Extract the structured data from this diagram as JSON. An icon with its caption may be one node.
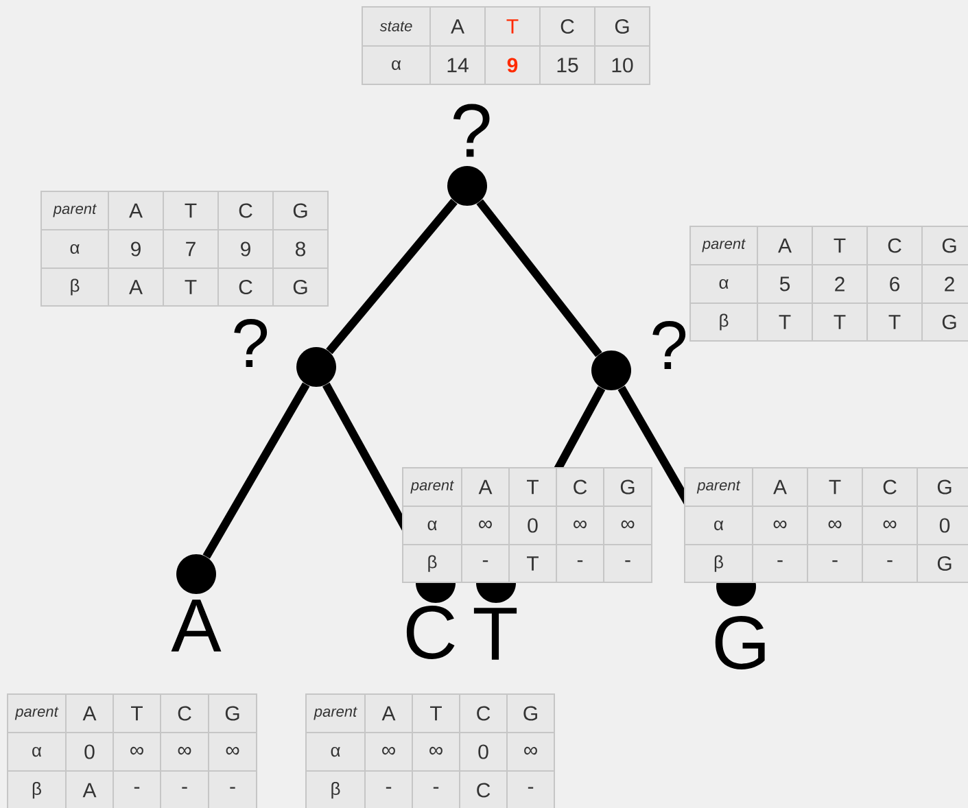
{
  "diagram": {
    "nodes": [
      {
        "text": [],
        "shape": "circle",
        "beside": [
          "?"
        ]
      },
      {
        "text": [],
        "shape": "circle",
        "beside": [
          "?"
        ]
      },
      {
        "text": [],
        "shape": "circle",
        "beside": [
          "?"
        ]
      },
      {
        "text": [],
        "shape": "circle",
        "beside": [
          "A"
        ]
      },
      {
        "text": [],
        "shape": "circle",
        "beside": [
          "C"
        ]
      },
      {
        "text": [],
        "shape": "circle",
        "beside": [
          "T"
        ]
      },
      {
        "text": [],
        "shape": "circle",
        "beside": [
          "G"
        ]
      }
    ],
    "edges": [
      {
        "from": 0,
        "to": 1,
        "arrow": "none"
      },
      {
        "from": 0,
        "to": 2,
        "arrow": "none"
      },
      {
        "from": 1,
        "to": 3,
        "arrow": "none"
      },
      {
        "from": 1,
        "to": 4,
        "arrow": "none"
      },
      {
        "from": 2,
        "to": 5,
        "arrow": "none"
      },
      {
        "from": 2,
        "to": 6,
        "arrow": "none"
      }
    ],
    "labels": [
      "state",
      "A",
      "T",
      "C",
      "G",
      "α",
      "14",
      "9",
      "15",
      "10",
      "parent",
      "A",
      "T",
      "C",
      "G",
      "α",
      "9",
      "7",
      "9",
      "8",
      "β",
      "A",
      "T",
      "C",
      "G",
      "parent",
      "A",
      "T",
      "C",
      "G",
      "α",
      "5",
      "2",
      "6",
      "2",
      "β",
      "T",
      "T",
      "T",
      "G",
      "parent",
      "A",
      "T",
      "C",
      "G",
      "α",
      "∞",
      "0",
      "∞",
      "∞",
      "β",
      "-",
      "T",
      "-",
      "-",
      "parent",
      "A",
      "T",
      "C",
      "G",
      "α",
      "∞",
      "∞",
      "∞",
      "0",
      "β",
      "-",
      "-",
      "-",
      "G",
      "parent",
      "A",
      "T",
      "C",
      "G",
      "α",
      "0",
      "∞",
      "∞",
      "∞",
      "β",
      "A",
      "-",
      "-",
      "-",
      "parent",
      "A",
      "T",
      "C",
      "G",
      "α",
      "∞",
      "∞",
      "0",
      "∞",
      "β",
      "-",
      "-",
      "C",
      "-"
    ]
  }
}
